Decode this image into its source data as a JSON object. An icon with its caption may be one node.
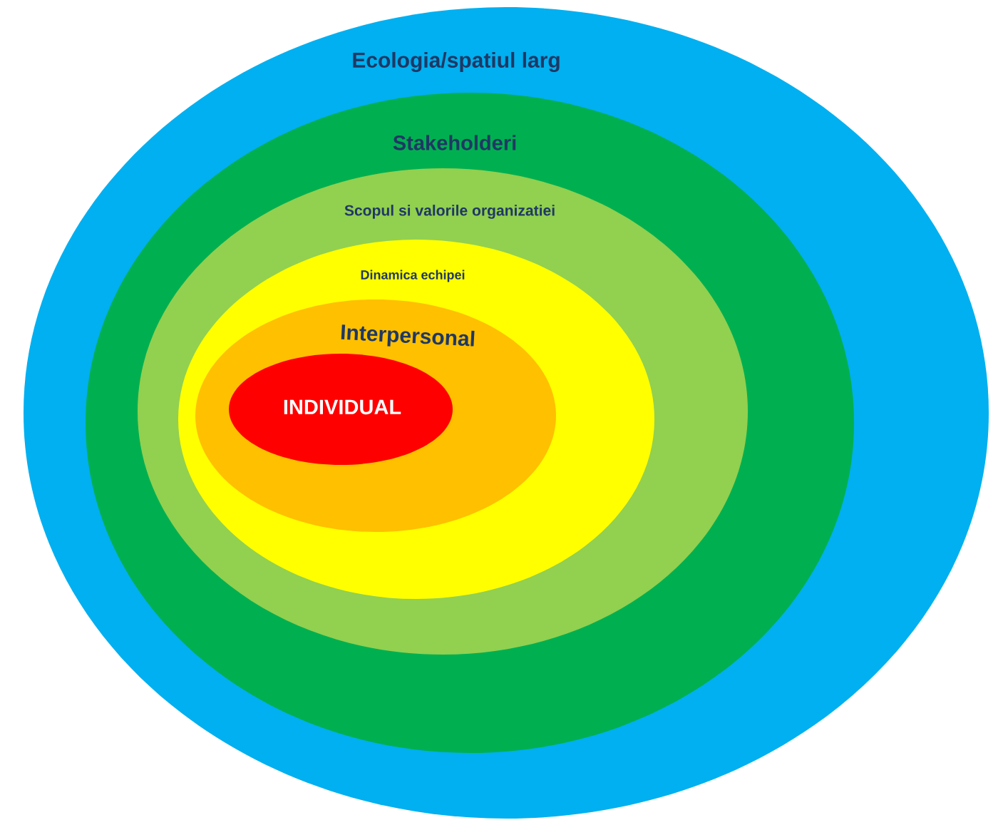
{
  "diagram": {
    "nodes": [
      {
        "text": [
          "Ecologia/spatiul larg"
        ]
      },
      {
        "text": [
          "Stakeholderi"
        ],
        "in": 0
      },
      {
        "text": [
          "Scopul si valorile organizatiei"
        ],
        "in": 1
      },
      {
        "text": [
          "Dinamica echipei"
        ],
        "in": 2
      },
      {
        "text": [
          "Interpersonal"
        ],
        "in": 3
      },
      {
        "text": [
          "INDIVIDUAL"
        ],
        "in": 4
      }
    ]
  }
}
